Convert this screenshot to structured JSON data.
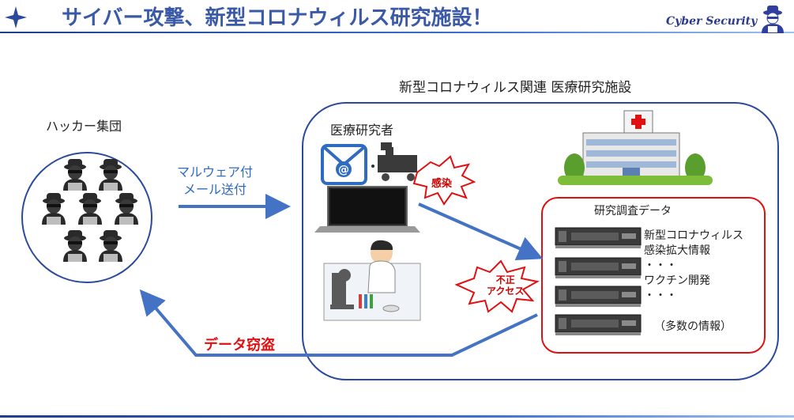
{
  "header": {
    "title": "サイバー攻撃、新型コロナウィルス研究施設！",
    "brand": "Cyber Security"
  },
  "diagram": {
    "hacker_group": "ハッカー集団",
    "facility_title": "新型コロナウィルス関連 医療研究施設",
    "researcher": "医療研究者",
    "attack_label_1": "マルウェア付",
    "attack_label_2": "メール送付",
    "infection": "感染",
    "unauthorized_1": "不正",
    "unauthorized_2": "アクセス",
    "research_data_title": "研究調査データ",
    "data_items": [
      "新型コロナウィルス",
      "感染拡大情報",
      "・・・",
      "ワクチン開発",
      "・・・"
    ],
    "data_note": "（多数の情報）",
    "theft_label": "データ窃盗"
  },
  "colors": {
    "title": "#3a5aa8",
    "arrow": "#4472c4",
    "alert": "#e01010",
    "header_line": "#3a5aa8"
  }
}
